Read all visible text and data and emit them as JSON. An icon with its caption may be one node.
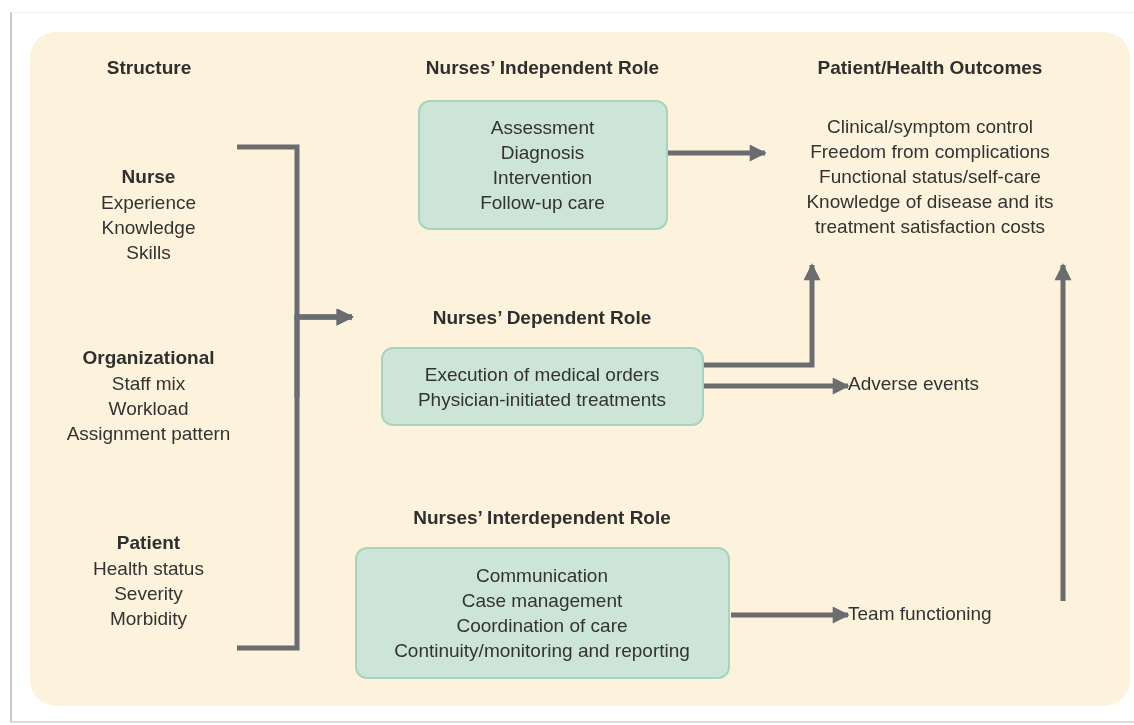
{
  "diagram": {
    "nodes": [
      {
        "text": [
          "Nurse",
          "Experience",
          "Knowledge",
          "Skills"
        ]
      },
      {
        "text": [
          "Organizational",
          "Staff mix",
          "Workload",
          "Assignment pattern"
        ]
      },
      {
        "text": [
          "Patient",
          "Health status",
          "Severity",
          "Morbidity"
        ]
      },
      {
        "text": [
          "Nurses’ Independent Role",
          "Assessment",
          "Diagnosis",
          "Intervention",
          "Follow-up care"
        ]
      },
      {
        "text": [
          "Nurses’ Dependent Role",
          "Execution of medical orders",
          "Physician-initiated treatments"
        ]
      },
      {
        "text": [
          "Nurses’ Interdependent Role",
          "Communication",
          "Case management",
          "Coordination of care",
          "Continuity/monitoring and reporting"
        ]
      },
      {
        "text": [
          "Patient/Health Outcomes",
          "Clinical/symptom control",
          "Freedom from complications",
          "Functional status/self-care",
          "Knowledge of disease and its treatment satisfaction costs"
        ]
      },
      {
        "text": [
          "Adverse events"
        ]
      },
      {
        "text": [
          "Team functioning"
        ]
      }
    ],
    "edges": [
      {
        "from": 0,
        "to": 4,
        "arrow": "to"
      },
      {
        "from": 1,
        "to": 4,
        "arrow": "to"
      },
      {
        "from": 2,
        "to": 4,
        "arrow": "to"
      },
      {
        "from": 3,
        "to": 6,
        "arrow": "to"
      },
      {
        "from": 4,
        "to": 6,
        "arrow": "to"
      },
      {
        "from": 4,
        "to": 7,
        "arrow": "to"
      },
      {
        "from": 5,
        "to": 8,
        "arrow": "to"
      },
      {
        "from": 8,
        "to": 6,
        "arrow": "to"
      }
    ],
    "labels": [
      "Structure"
    ]
  }
}
